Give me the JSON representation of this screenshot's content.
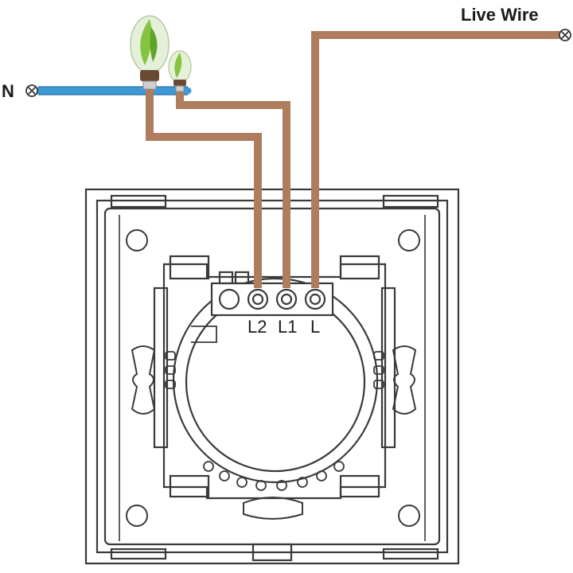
{
  "labels": {
    "neutral": "N",
    "live_wire": "Live Wire",
    "terminal_l2": "L2",
    "terminal_l1": "L1",
    "terminal_l": "L"
  },
  "colors": {
    "neutral_wire": "#3d9ad6",
    "load_wire": "#b07c5e",
    "outline": "#3a3a3a",
    "bulb_leaf": "#86c440"
  }
}
